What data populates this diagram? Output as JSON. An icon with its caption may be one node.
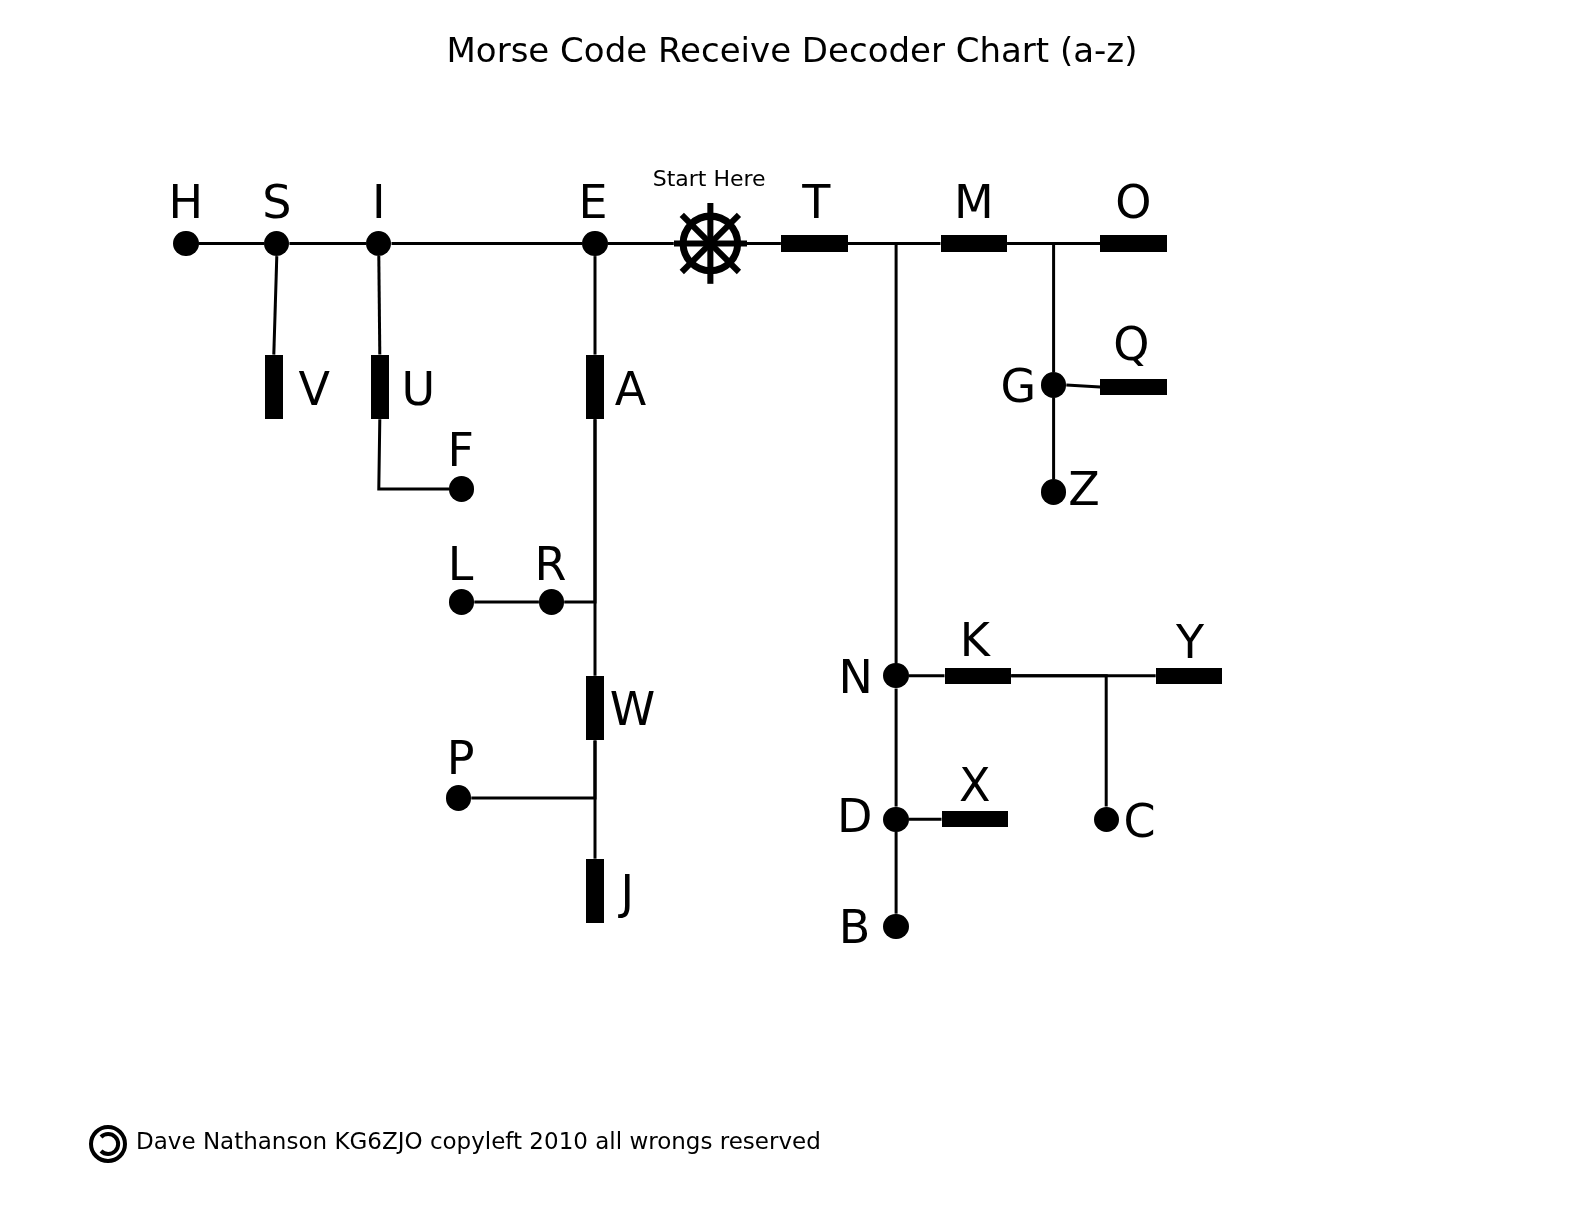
{
  "diagram": {
    "title": "Morse Code Receive Decoder Chart (a-z)",
    "nodes": [
      {
        "text": [],
        "shape": "circle",
        "beside": [
          "H"
        ]
      },
      {
        "text": [],
        "shape": "circle",
        "beside": [
          "S"
        ]
      },
      {
        "text": [],
        "shape": "circle",
        "beside": [
          "I"
        ]
      },
      {
        "text": [],
        "shape": "circle",
        "beside": [
          "E"
        ]
      },
      {
        "text": [],
        "shape": "picture",
        "beside": [
          "Start Here"
        ]
      },
      {
        "text": [],
        "shape": "bar",
        "beside": [
          "T"
        ]
      },
      {
        "text": [],
        "shape": "bar",
        "beside": [
          "M"
        ]
      },
      {
        "text": [],
        "shape": "bar",
        "beside": [
          "O"
        ]
      },
      {
        "text": [],
        "shape": "bar",
        "beside": [
          "V"
        ]
      },
      {
        "text": [],
        "shape": "bar",
        "beside": [
          "U"
        ]
      },
      {
        "text": [],
        "shape": "bar",
        "beside": [
          "A"
        ]
      },
      {
        "text": [],
        "shape": "bar",
        "beside": [
          "Q"
        ]
      },
      {
        "text": [],
        "shape": "circle",
        "beside": [
          "G"
        ]
      },
      {
        "text": [],
        "shape": "circle",
        "beside": [
          "F"
        ]
      },
      {
        "text": [],
        "shape": "circle",
        "beside": [
          "Z"
        ]
      },
      {
        "text": [],
        "shape": "circle",
        "beside": [
          "L"
        ]
      },
      {
        "text": [],
        "shape": "circle",
        "beside": [
          "R"
        ]
      },
      {
        "text": [],
        "shape": "circle",
        "beside": [
          "N"
        ]
      },
      {
        "text": [],
        "shape": "bar",
        "beside": [
          "K"
        ]
      },
      {
        "text": [],
        "shape": "bar",
        "beside": [
          "Y"
        ]
      },
      {
        "text": [],
        "shape": "bar",
        "beside": [
          "W"
        ]
      },
      {
        "text": [],
        "shape": "circle",
        "beside": [
          "P"
        ]
      },
      {
        "text": [],
        "shape": "circle",
        "beside": [
          "D"
        ]
      },
      {
        "text": [],
        "shape": "bar",
        "beside": [
          "X"
        ]
      },
      {
        "text": [],
        "shape": "circle",
        "beside": [
          "C"
        ]
      },
      {
        "text": [],
        "shape": "bar",
        "beside": [
          "J"
        ]
      },
      {
        "text": [],
        "shape": "circle",
        "beside": [
          "B"
        ]
      }
    ],
    "edges": [
      {
        "from": 4,
        "to": 3,
        "arrow": "none"
      },
      {
        "from": 4,
        "to": 5,
        "arrow": "none"
      },
      {
        "from": 3,
        "to": 2,
        "arrow": "none"
      },
      {
        "from": 2,
        "to": 1,
        "arrow": "none"
      },
      {
        "from": 1,
        "to": 0,
        "arrow": "none"
      },
      {
        "from": 1,
        "to": 8,
        "arrow": "none"
      },
      {
        "from": 2,
        "to": 9,
        "arrow": "none"
      },
      {
        "from": 9,
        "to": 13,
        "arrow": "none"
      },
      {
        "from": 3,
        "to": 10,
        "arrow": "none"
      },
      {
        "from": 10,
        "to": 16,
        "arrow": "none"
      },
      {
        "from": 16,
        "to": 15,
        "arrow": "none"
      },
      {
        "from": 10,
        "to": 20,
        "arrow": "none"
      },
      {
        "from": 20,
        "to": 21,
        "arrow": "none"
      },
      {
        "from": 20,
        "to": 25,
        "arrow": "none"
      },
      {
        "from": 5,
        "to": 6,
        "arrow": "none"
      },
      {
        "from": 5,
        "to": 17,
        "arrow": "none"
      },
      {
        "from": 6,
        "to": 7,
        "arrow": "none"
      },
      {
        "from": 6,
        "to": 12,
        "arrow": "none"
      },
      {
        "from": 12,
        "to": 11,
        "arrow": "none"
      },
      {
        "from": 12,
        "to": 14,
        "arrow": "none"
      },
      {
        "from": 17,
        "to": 18,
        "arrow": "none"
      },
      {
        "from": 17,
        "to": 22,
        "arrow": "none"
      },
      {
        "from": 18,
        "to": 19,
        "arrow": "none"
      },
      {
        "from": 18,
        "to": 24,
        "arrow": "none"
      },
      {
        "from": 22,
        "to": 23,
        "arrow": "none"
      },
      {
        "from": 22,
        "to": 26,
        "arrow": "none"
      }
    ],
    "labels": [
      "Dave Nathanson KG6ZJO copyleft 2010 all wrongs reserved"
    ]
  }
}
